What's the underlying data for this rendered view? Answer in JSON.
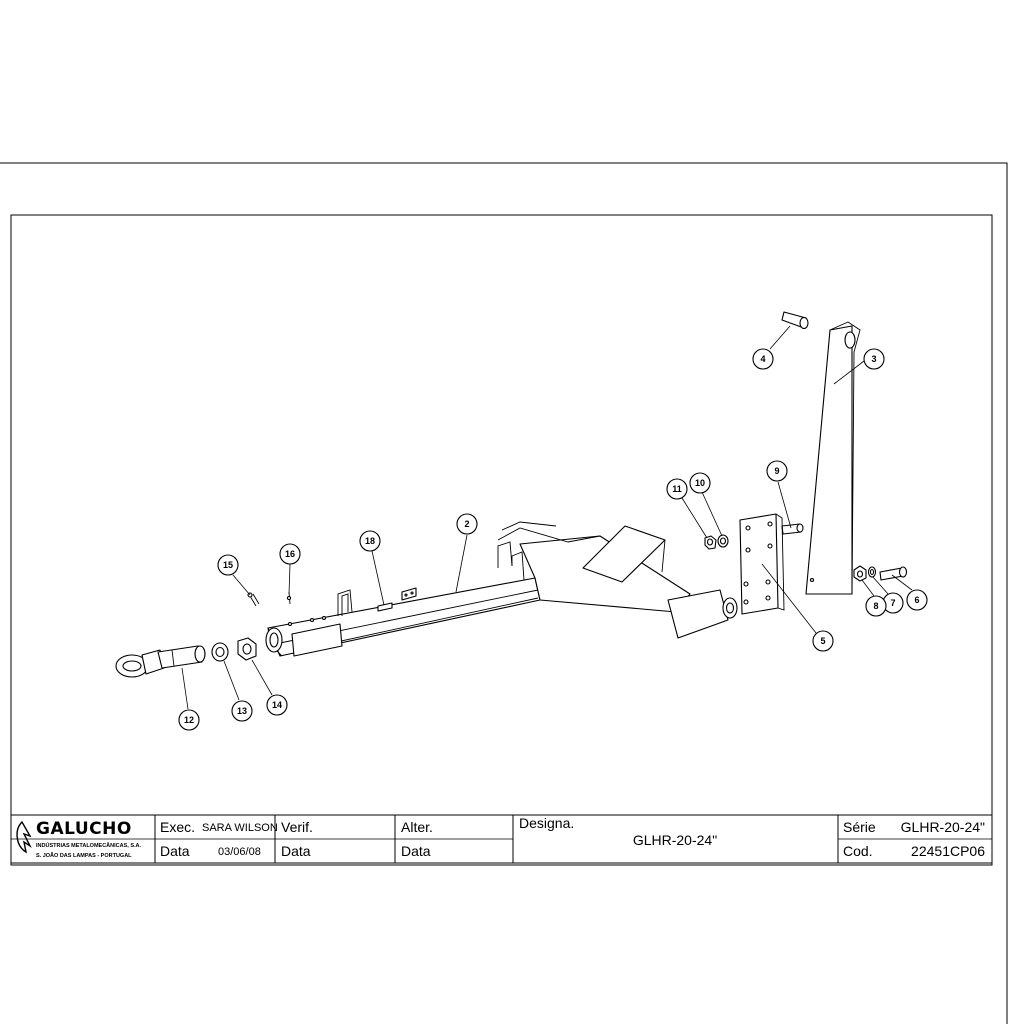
{
  "callouts": [
    {
      "n": "2"
    },
    {
      "n": "3"
    },
    {
      "n": "4"
    },
    {
      "n": "5"
    },
    {
      "n": "6"
    },
    {
      "n": "7"
    },
    {
      "n": "8"
    },
    {
      "n": "9"
    },
    {
      "n": "10"
    },
    {
      "n": "11"
    },
    {
      "n": "12"
    },
    {
      "n": "13"
    },
    {
      "n": "14"
    },
    {
      "n": "15"
    },
    {
      "n": "16"
    },
    {
      "n": "18"
    }
  ],
  "title_block": {
    "company": "GALUCHO",
    "company_line1": "INDÚSTRIAS METALOMECÂNICAS, S.A.",
    "company_line2": "S. JOÃO DAS LAMPAS - PORTUGAL",
    "exec_label": "Exec.",
    "exec_value": "SARA WILSON",
    "data_label": "Data",
    "data_value": "03/06/08",
    "verif_label": "Verif.",
    "verif_data_label": "Data",
    "alter_label": "Alter.",
    "alter_data_label": "Data",
    "designa_label": "Designa.",
    "designa_value": "GLHR-20-24\"",
    "serie_label": "Série",
    "serie_value": "GLHR-20-24\"",
    "cod_label": "Cod.",
    "cod_value": "22451CP06"
  }
}
